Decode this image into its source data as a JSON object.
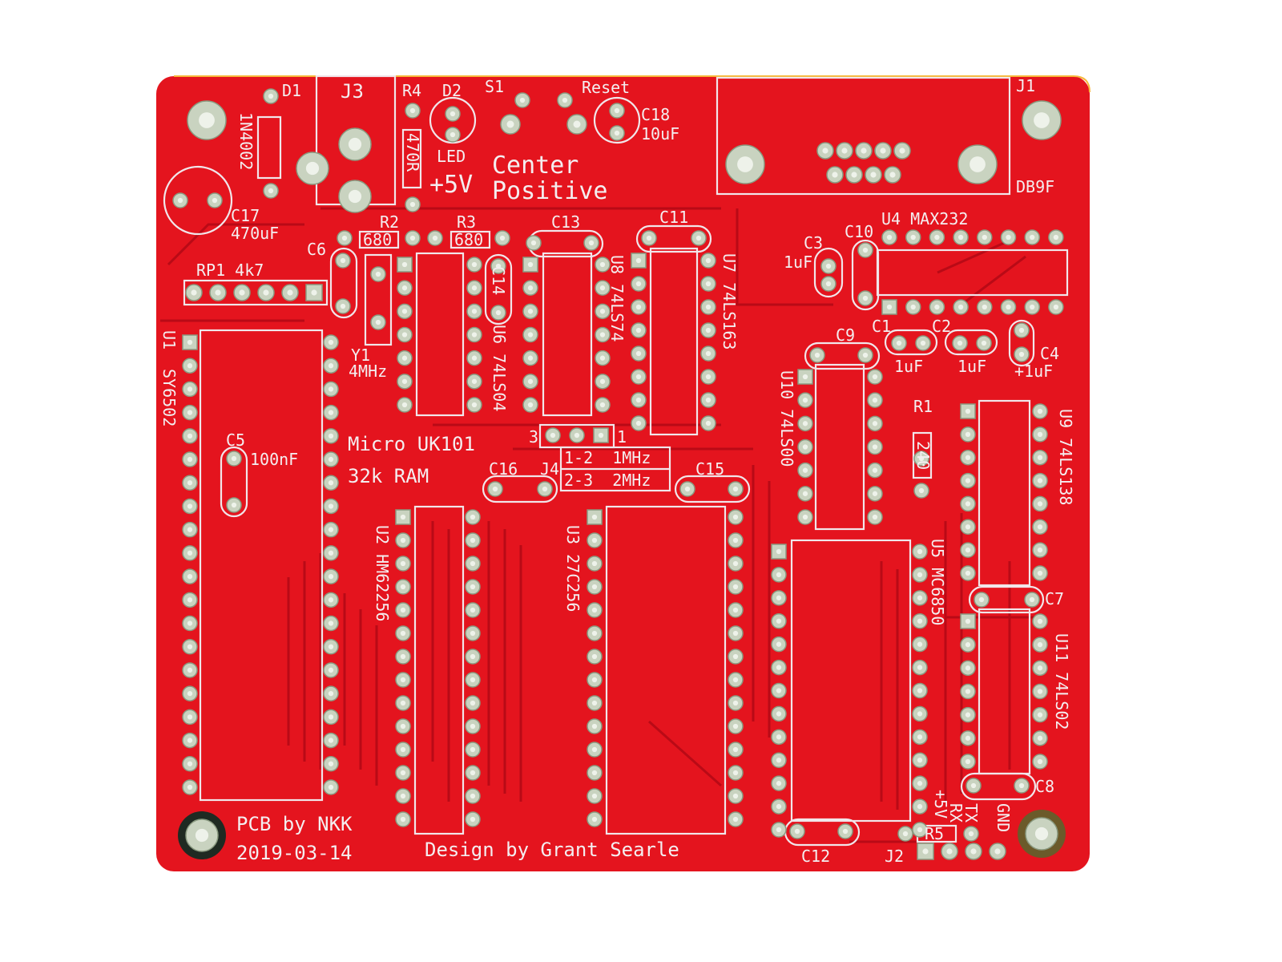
{
  "board": {
    "color": "#e4141e",
    "silkscreen_color": "#f4eef0",
    "pad_color": "#c9d3c0",
    "title": "Micro UK101",
    "subtitle": "32k RAM",
    "credit_pcb": "PCB by NKK",
    "date": "2019-03-14",
    "credit_design": "Design by Grant Searle"
  },
  "labels": {
    "d1": "D1",
    "diode_value": "1N4002",
    "j3": "J3",
    "r4": "R4",
    "r4_value": "470R",
    "d2": "D2",
    "led": "LED",
    "s1": "S1",
    "reset": "Reset",
    "c18": "C18",
    "c18_value": "10uF",
    "plus5v": "+5V",
    "center": "Center",
    "positive": "Positive",
    "j1": "J1",
    "db9f": "DB9F",
    "c17": "C17",
    "c17_value": "470uF",
    "r2": "R2",
    "r2_value": "680",
    "r3": "R3",
    "r3_value": "680",
    "c13": "C13",
    "c11": "C11",
    "u4": "U4 MAX232",
    "c3": "C3",
    "c3_value": "1uF",
    "c10": "C10",
    "c6": "C6",
    "rp1": "RP1 4k7",
    "u1": "U1",
    "u1_part": "SY6502",
    "c14": "C14",
    "u6": "U6 74LS04",
    "u8": "U8 74LS74",
    "u7": "U7 74LS163",
    "y1": "Y1",
    "y1_value": "4MHz",
    "c9": "C9",
    "c1": "C1",
    "c1_value": "1uF",
    "c2": "C2",
    "c2_value": "1uF",
    "c4": "C4",
    "c4_value": "+1uF",
    "u10": "U10 74LS00",
    "r1": "R1",
    "r1_value": "240",
    "u9": "U9 74LS138",
    "c5": "C5",
    "c5_value": "100nF",
    "j4_pin3": "3",
    "j4_pin1": "1",
    "jumper_1_2": "1-2  1MHz",
    "jumper_2_3": "2-3  2MHz",
    "c16": "C16",
    "j4": "J4",
    "c15": "C15",
    "u2": "U2 HM62256",
    "u3": "U3 27C256",
    "u5": "U5 MC6850",
    "c7": "C7",
    "u11": "U11 74LS02",
    "c8": "C8",
    "p5v": "+5V",
    "rx": "RX",
    "tx": "TX",
    "gnd": "GND",
    "r5": "R5",
    "j2": "J2",
    "c12": "C12"
  }
}
